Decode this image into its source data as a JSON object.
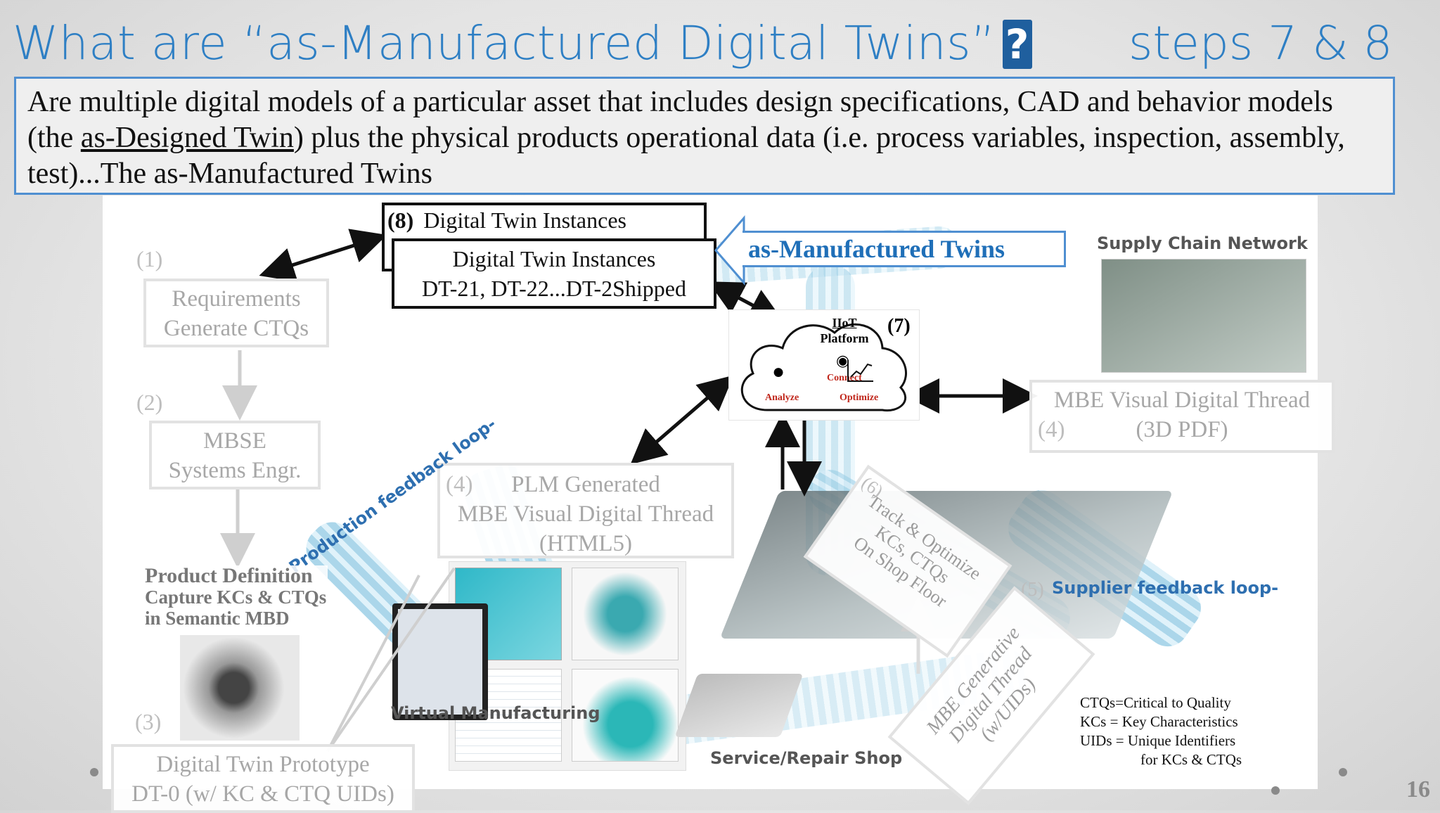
{
  "slide": {
    "title": "What are “as-Manufactured Digital Twins”",
    "title_icon": "question-mark-icon",
    "steps": "steps 7 & 8",
    "definition": {
      "part1": "Are multiple digital models of a particular asset that includes design specifications, CAD and behavior models (the ",
      "link": "as-Designed Twin",
      "part2": ") plus the physical products operational data (i.e. process variables, inspection, assembly, test)...The as-Manufactured Twins"
    },
    "page_number": "16"
  },
  "diagram": {
    "step8_num": "(8)",
    "dt_instances_back": "Digital Twin Instances",
    "dt_instances_front": "Digital Twin Instances",
    "dt_instances_ids": "DT-21, DT-22...DT-2Shipped",
    "as_manufactured_label": "as-Manufactured Twins",
    "supply_chain": "Supply Chain Network",
    "step1": "(1)",
    "requirements_line1": "Requirements",
    "requirements_line2": "Generate CTQs",
    "step2": "(2)",
    "mbse_line1": "MBSE",
    "mbse_line2": "Systems Engr.",
    "iiot_line1": "IIoT",
    "iiot_line2": "Platform",
    "step7": "(7)",
    "connect": "Connect",
    "analyze": "Analyze",
    "optimize": "Optimize",
    "mbe_3d_line1": "MBE Visual Digital Thread",
    "mbe_3d_step": "(4)",
    "mbe_3d_line2": "(3D PDF)",
    "plm_step": "(4)",
    "plm_line1": "PLM Generated",
    "plm_line2": "MBE Visual Digital Thread",
    "plm_line3": "(HTML5)",
    "production_loop": "Production feedback loop-",
    "step6": "(6)",
    "track_line1": "Track & Optimize",
    "track_line2": "KCs, CTQs",
    "track_line3": "On Shop Floor",
    "step5": "(5)",
    "supplier_loop": "Supplier feedback loop-",
    "product_def_line1": "Product Definition",
    "product_def_line2": "Capture KCs & CTQs",
    "product_def_line3": "in Semantic MBD",
    "step3": "(3)",
    "virtual_mfg": "Virtual Manufacturing",
    "mbe_gen_line1": "MBE Generative",
    "mbe_gen_line2": "Digital Thread",
    "mbe_gen_line3": "(w/UIDs)",
    "service_shop": "Service/Repair Shop",
    "prototype_line1": "Digital Twin Prototype",
    "prototype_line2": "DT-0 (w/ KC & CTQ UIDs)",
    "legend": [
      "CTQs=Critical to Quality",
      "KCs = Key Characteristics",
      "UIDs = Unique Identifiers",
      "for KCs & CTQs"
    ]
  },
  "colors": {
    "title_blue": "#2e7fc4",
    "box_border_blue": "#4f8fd1",
    "as_mfg_text": "#1f6fb8",
    "flow_blue": "#8fc9e3"
  }
}
